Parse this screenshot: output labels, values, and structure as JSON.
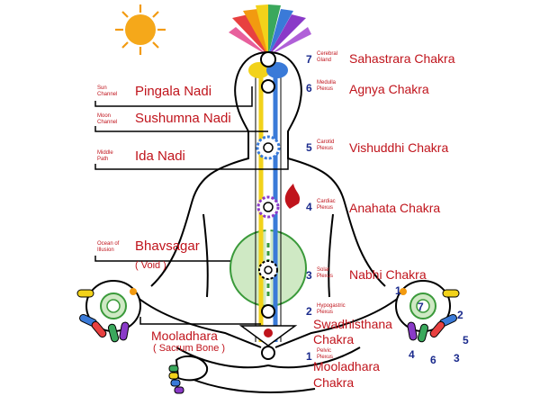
{
  "colors": {
    "label_red": "#c0141c",
    "number_blue": "#1a2a8c",
    "sun": "#f29a10",
    "moon": "#2a5cc8",
    "channel_yellow": "#f2d21a",
    "channel_blue": "#3a7ad8",
    "ocean_green": "#cfe9c4"
  },
  "icons": {
    "sun": "sun-icon",
    "moon": "crescent-moon-icon",
    "crown_rays": "rainbow-rays-icon"
  },
  "chakras": [
    {
      "number": "7",
      "plexus": [
        "Cerebral",
        "Gland"
      ],
      "name": "Sahastrara Chakra"
    },
    {
      "number": "6",
      "plexus": [
        "Medulla",
        "Plexus"
      ],
      "name": "Agnya Chakra"
    },
    {
      "number": "5",
      "plexus": [
        "Carotid",
        "Plexus"
      ],
      "name": "Vishuddhi Chakra"
    },
    {
      "number": "4",
      "plexus": [
        "Cardiac",
        "Plexus"
      ],
      "name": "Anahata Chakra"
    },
    {
      "number": "3",
      "plexus": [
        "Solar",
        "Plexus"
      ],
      "name": "Nabhi Chakra"
    },
    {
      "number": "2",
      "plexus": [
        "Hypogastric",
        "Plexus"
      ],
      "name": "Swadhisthana",
      "name2": "Chakra"
    },
    {
      "number": "1",
      "plexus": [
        "Pelvic",
        "Plexus"
      ],
      "name": "Mooladhara",
      "name2": "Chakra"
    }
  ],
  "channels": [
    {
      "desc": [
        "Sun",
        "Channel"
      ],
      "name": "Pingala Nadi"
    },
    {
      "desc": [
        "Moon",
        "Channel"
      ],
      "name": "Sushumna Nadi"
    },
    {
      "desc": [
        "Middle",
        "Path"
      ],
      "name": "Ida Nadi"
    },
    {
      "desc": [
        "Ocean of",
        "Illusion"
      ],
      "name": "Bhavsagar",
      "sub": "( Void )"
    }
  ],
  "mooladhara_left": {
    "name": "Mooladhara",
    "sub": "( Sacrum Bone )"
  },
  "left_palm_number": "",
  "right_palm": {
    "center": "7",
    "fingers": [
      "1",
      "2",
      "5",
      "3",
      "6",
      "4"
    ]
  }
}
